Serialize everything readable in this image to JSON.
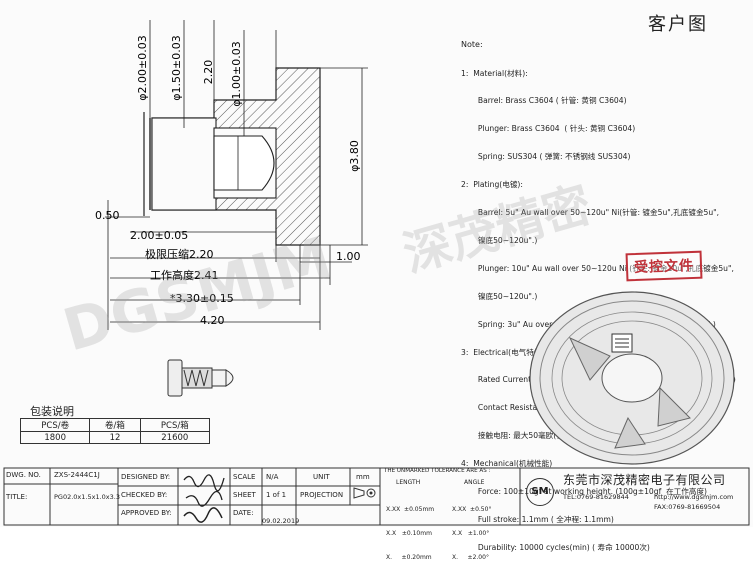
{
  "header": {
    "title": "客户图"
  },
  "notes": {
    "title": "Note:",
    "lines": [
      "1:  Material(材料):",
      "       Barrel: Brass C3604 ( 针管: 黄铜 C3604)",
      "       Plunger: Brass C3604  ( 针头: 黄铜 C3604)",
      "       Spring: SUS304 ( 弹簧: 不锈钢线 SUS304)",
      "2:  Plating(电镀):",
      "       Barrel: 5u\" Au wall over 50~120u\" Ni(针管: 镀金5u\",孔底镀金5u\",",
      "       镍底50~120u\".)",
      "       Plunger: 10u\" Au wall over 50~120u Ni (针头: 镀金10u\",孔底镀金5u\",",
      "       镍底50~120u\".)",
      "       Spring: 3u\" Au over 50~120u Ni (针头: 镀金3u\",镍底50~120u\".)",
      "3:  Electrical(电气特性)",
      "       Rated Current & Voltage: DC 12V,1A ( 额定电压&额定电流: 直流12,1A)",
      "       Contact Resistance: 50 mohm Max.at working height.",
      "       接触电阻: 最大50毫欧(在工作高度状态下)",
      "4:  Mechanical(机械性能)",
      "       Force: 100±10gf at working height. (100g±10gf  在工作高度)",
      "       Full stroke: 1.1mm ( 全冲程: 1.1mm)",
      "       Durability: 10000 cycles(min) ( 寿命 10000次)"
    ]
  },
  "stamp": {
    "text": "受控文件"
  },
  "dimensions": {
    "d_outer": "φ2.00±0.03",
    "d_mid": "φ1.50±0.03",
    "len_220": "2.20",
    "d_tip": "φ1.00±0.03",
    "d_barrel": "φ3.80",
    "d_050": "0.50",
    "d_200": "2.00±0.05",
    "limit_comp": "极限压缩2.20",
    "d_100": "1.00",
    "work_height": "工作高度2.41",
    "d_330": "*3.30±0.15",
    "d_420": "4.20"
  },
  "packing": {
    "title": "包装说明",
    "headers": [
      "PCS/卷",
      "卷/箱",
      "PCS/箱"
    ],
    "row": [
      "1800",
      "12",
      "21600"
    ]
  },
  "title_block": {
    "dwg_no_label": "DWG. NO.",
    "dwg_no": "ZXS-2444C1J",
    "title_label": "TITLE:",
    "title": "PG02.0x1.5x1.0x3.3",
    "designed_by": "DESIGNED BY:",
    "checked_by": "CHECKED BY:",
    "approved_by": "APPROVED BY:",
    "scale_label": "SCALE",
    "scale": "N/A",
    "sheet_label": "SHEET",
    "sheet": "1 of 1",
    "date_label": "DATE:",
    "date": "09.02.2019",
    "unit_label": "UNIT",
    "unit": "mm",
    "projection_label": "PROJECTION",
    "tol_title": "THE UNMARKED TOLERANCE ARE AS : ",
    "length_label": "LENGTH",
    "angle_label": "ANGLE",
    "tol_len": [
      "X.XX  ±0.05mm",
      "X.X   ±0.10mm",
      "X.     ±0.20mm"
    ],
    "tol_ang": [
      "X.XX  ±0.50°",
      "X.X   ±1.00°",
      "X.     ±2.00°"
    ],
    "company": "东莞市深茂精密电子有限公司",
    "tel": "TEL:0769-81629844",
    "web": "http://www.dgsmjm.com",
    "fax": "FAX:0769-81669504",
    "logo": "SM"
  },
  "watermark": {
    "latin": "DGSMJM",
    "cn": "深茂精密"
  }
}
